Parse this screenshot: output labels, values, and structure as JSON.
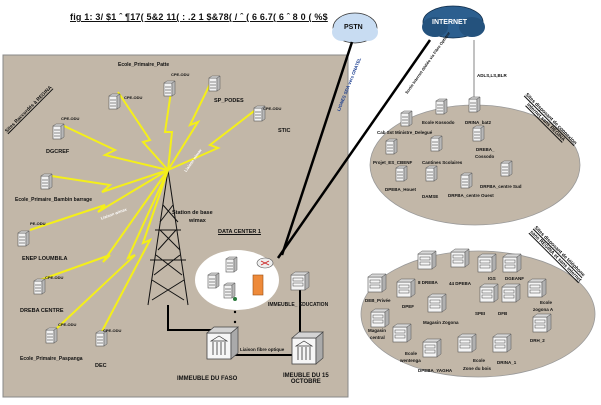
{
  "title": "fig 1: 3/ $1 ˆ ¶17( 5&2 11( : .2 1 $&78( / ˆ ( 6 6.7( 6 ˆ 8 0 ( %$",
  "clouds": {
    "pstn": "PSTN",
    "internet": "INTERNET"
  },
  "links": {
    "pstn_link": "LIGNES SDA vers ONATEL",
    "internet_link": "Sortie Internet dédiée via Fibre Optique",
    "adsl_link": "ADLS,LS,BLR",
    "wimax_1": "Liaison wimax",
    "wimax_2": "Liaison wimax",
    "fibre": "Liaison fibre optique"
  },
  "left_zone": {
    "heading": "Sites Raccordés à REGINA",
    "tower_label_1": "Station de base",
    "tower_label_2": "wimax",
    "sites": [
      {
        "name": "DGCREF",
        "cpe": "CPE-ODU"
      },
      {
        "name": "Ecole_Primaire_Patte",
        "cpe": "CPE-ODU"
      },
      {
        "name": "SP_PODES",
        "cpe": "CPE-ODU"
      },
      {
        "name": "STIC",
        "cpe": "CPE-ODU"
      },
      {
        "name": "",
        "cpe": "CPE-ODU"
      },
      {
        "name": "Ecole_Primaire_Bambin barrage",
        "cpe": "CPE-ODU"
      },
      {
        "name": "ENEP LOUMBILA",
        "cpe": "PE-ODU"
      },
      {
        "name": "DREBA CENTRE",
        "cpe": "CPE-ODU"
      },
      {
        "name": "Ecole_Primaire_Paspanga",
        "cpe": "CPE-ODU"
      },
      {
        "name": "DEC",
        "cpe": "CPE-ODU"
      }
    ],
    "datacenter": "DATA CENTER 1",
    "buildings": {
      "education": "IMMEUBLE_ EDUCATION",
      "faso": "IMMEUBLE DU FASO",
      "octobre_1": "IMEUBLE DU 15",
      "octobre_2": "OCTOBRE"
    }
  },
  "internet_zone": {
    "heading_1": "Sites disposant de connexion",
    "heading_2": "internet sans REGINA",
    "sites": [
      {
        "name": "Cab Sst Ministre_Delegué"
      },
      {
        "name": "Ecole Kossodo"
      },
      {
        "name": "DRINA_bat2"
      },
      {
        "name": "DREBA_"
      },
      {
        "name": "Cossodo"
      },
      {
        "name": "Projet_ES_CBENF"
      },
      {
        "name": "Cantines Scolaires"
      },
      {
        "name": "DPEBA_Houet"
      },
      {
        "name": "DAMSE"
      },
      {
        "name": "DRFBA_centre Ouest"
      },
      {
        "name": "DRFBA_centre Sud"
      }
    ]
  },
  "phone_zone": {
    "heading_1": "Sites disposant de téléphone",
    "heading_2": "sans REGINA et sans internet",
    "sites": [
      {
        "name": "8 DREBA"
      },
      {
        "name": "44 DPEBA"
      },
      {
        "name": "IGS"
      },
      {
        "name": "DGEANF"
      },
      {
        "name": "DEB_Privée"
      },
      {
        "name": "DPEF"
      },
      {
        "name": "SPEI"
      },
      {
        "name": "DFB"
      },
      {
        "name": "Ecole"
      },
      {
        "name": "zogona A"
      },
      {
        "name": "Magasin Zogona"
      },
      {
        "name": "Magasin"
      },
      {
        "name": "central"
      },
      {
        "name": "DRH_2"
      },
      {
        "name": "Ecole"
      },
      {
        "name": "wentenga"
      },
      {
        "name": "DPEBA_YAGHA"
      },
      {
        "name": "Ecole"
      },
      {
        "name": "Zone du bois"
      },
      {
        "name": "DRINA_1"
      }
    ]
  },
  "colors": {
    "zone_fill": "#c2b7a8",
    "wimax_bolt": "#f4ef1a",
    "fibre_line": "#000000",
    "cloud_pstn": "#c8dcf2",
    "cloud_internet": "#2c5f8f"
  }
}
